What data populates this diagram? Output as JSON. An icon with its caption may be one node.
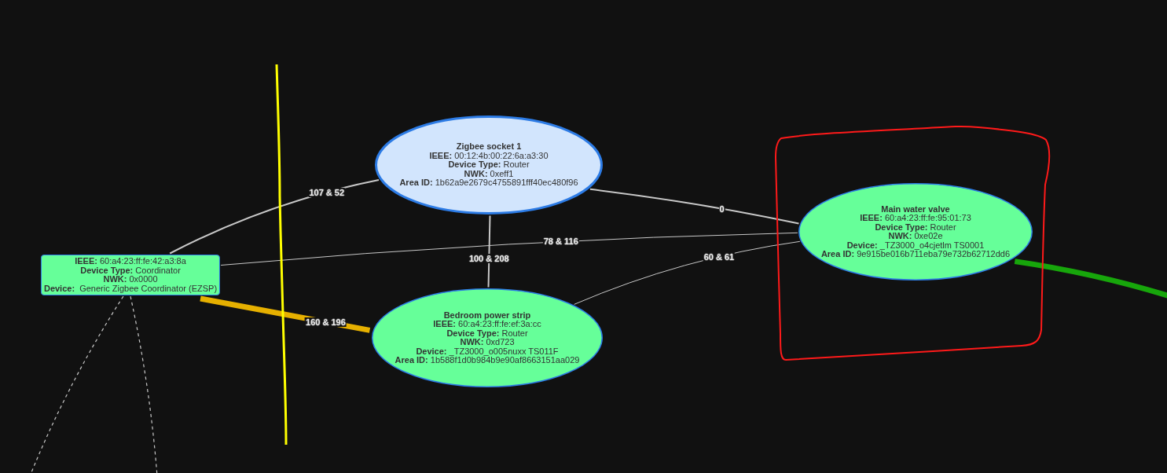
{
  "diagram": {
    "nodes": [
      {
        "text": [
          "**IEEE:** 60:a4:23:ff:fe:42:a3:8a",
          "**Device Type:** Coordinator",
          "**NWK:** 0x0000",
          "**Device:**  Generic Zigbee Coordinator (EZSP)"
        ]
      },
      {
        "text": [
          "Zigbee socket 1",
          "**IEEE:** 00:12:4b:00:22:6a:a3:30",
          "**Device Type:** Router",
          "**NWK:** 0xeff1",
          "**Area ID:** 1b62a9e2679c4755891fff40ec480f96"
        ]
      },
      {
        "text": [
          "Bedroom power strip",
          "**IEEE:** 60:a4:23:ff:fe:ef:3a:cc",
          "**Device Type:** Router",
          "**NWK:** 0xd723",
          "**Device:** _TZ3000_o005nuxx TS011F",
          "**Area ID:** 1b588f1d0b984b9e90af8663151aa029"
        ]
      },
      {
        "text": [
          "Main water valve",
          "**IEEE:** 60:a4:23:ff:fe:95:01:73",
          "**Device Type:** Router",
          "**NWK:** 0xe02e",
          "**Device:** _TZ3000_o4cjetlm TS0001",
          "**Area ID:** 9e915be016b711eba79e732b62712dd6"
        ]
      }
    ],
    "edges": [
      {
        "from": 0,
        "to": 1,
        "arrow": "none",
        "label": "107 & 52"
      },
      {
        "from": 0,
        "to": 2,
        "arrow": "none",
        "label": "160 & 196",
        "style": "thick",
        "color": "#e6b000"
      },
      {
        "from": 0,
        "to": 3,
        "arrow": "none",
        "label": "78 & 116"
      },
      {
        "from": 1,
        "to": 2,
        "arrow": "none",
        "label": "100 & 208"
      },
      {
        "from": 1,
        "to": 3,
        "arrow": "none",
        "label": "0"
      },
      {
        "from": 2,
        "to": 3,
        "arrow": "none",
        "label": "60 & 61"
      },
      {
        "from": 3,
        "to": null,
        "arrow": "none",
        "style": "thick",
        "color": "#17a60b"
      },
      {
        "from": 0,
        "to": null,
        "arrow": "none",
        "style": "dashed"
      },
      {
        "from": 0,
        "to": null,
        "arrow": "none",
        "style": "dashed"
      }
    ]
  }
}
